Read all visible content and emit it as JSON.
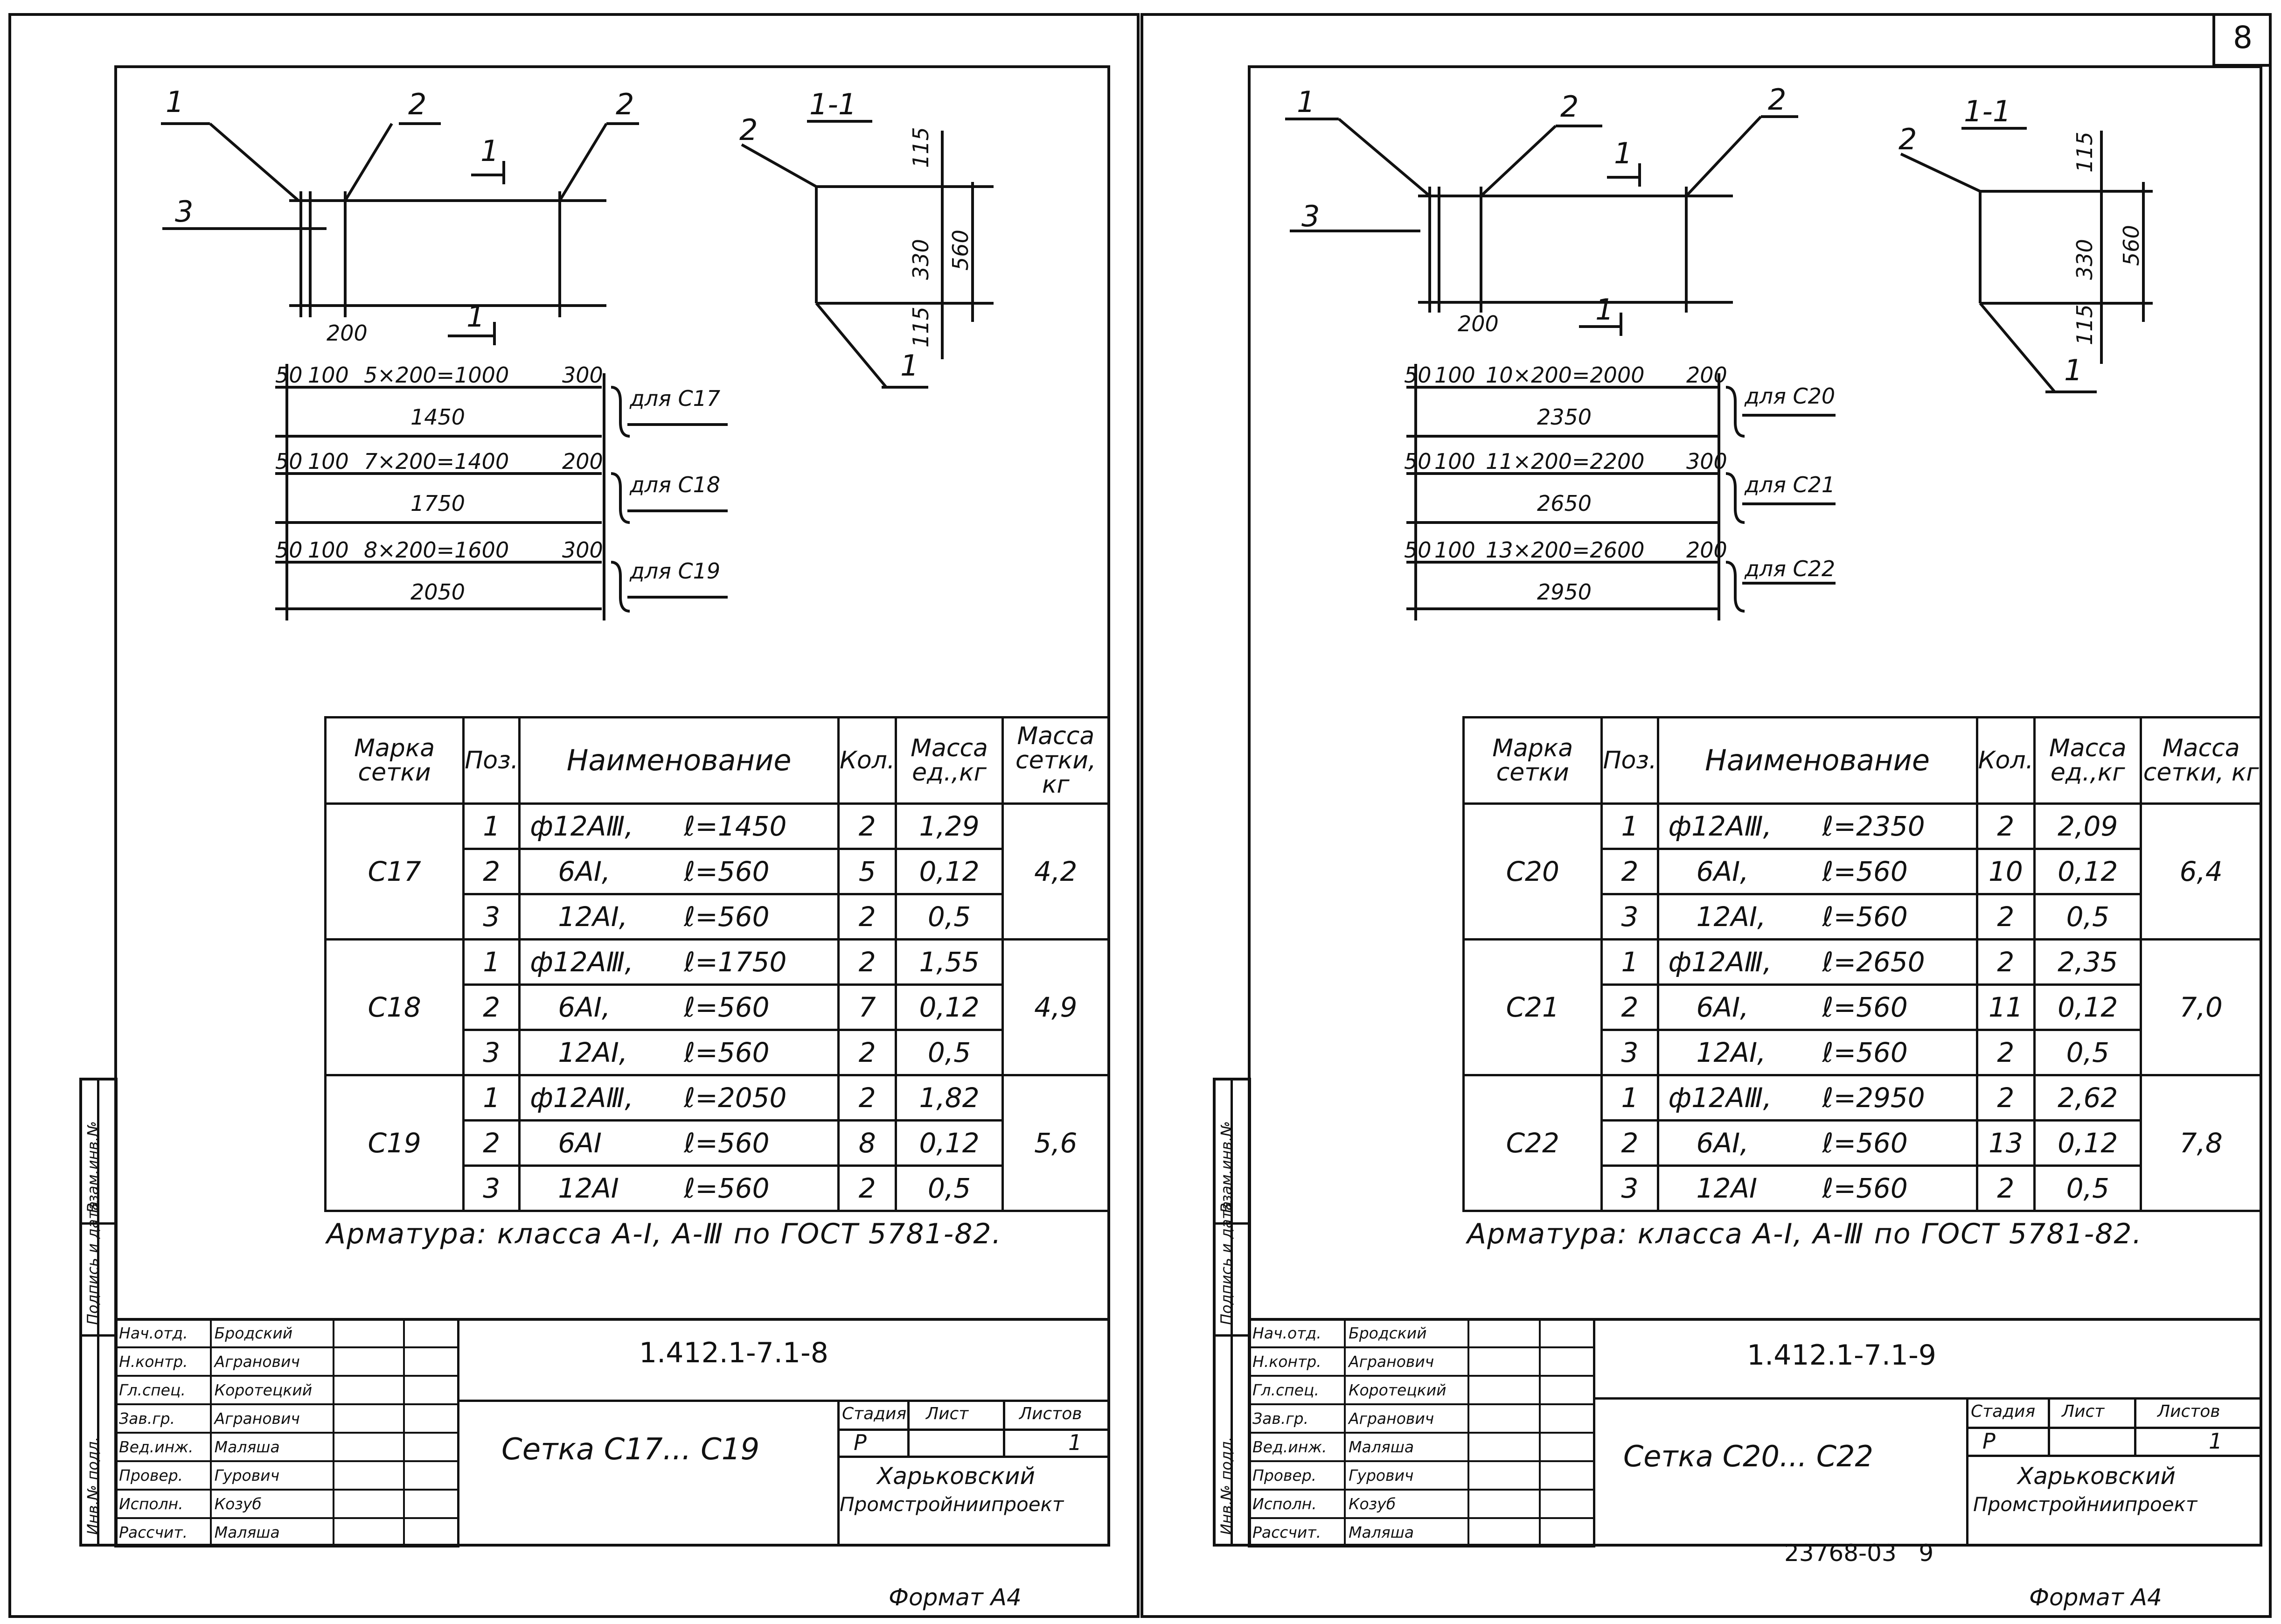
{
  "page_number": "8",
  "footer_archive": "23768-03",
  "footer_archive_sheet": "9",
  "sheets": [
    {
      "id": "left",
      "doc_code": "1.412.1-7.1-8",
      "title": "Сетка С17... С19",
      "format": "Формат А4",
      "company_line1": "Харьковский",
      "company_line2": "Промстройниипроект",
      "stage_header": "Стадия",
      "sheet_header": "Лист",
      "sheets_header": "Листов",
      "stage": "Р",
      "sheet_value": "",
      "sheets_value": "1",
      "roles": [
        {
          "role": "Нач.отд.",
          "name": "Бродский"
        },
        {
          "role": "Н.контр.",
          "name": "Агранович"
        },
        {
          "role": "Гл.спец.",
          "name": "Коротецкий"
        },
        {
          "role": "Зав.гр.",
          "name": "Агранович"
        },
        {
          "role": "Вед.инж.",
          "name": "Маляша"
        },
        {
          "role": "Провер.",
          "name": "Гурович"
        },
        {
          "role": "Исполн.",
          "name": "Козуб"
        },
        {
          "role": "Рассчит.",
          "name": "Маляша"
        }
      ],
      "side_labels": [
        "Инв.№ подл.",
        "Подпись и дата",
        "Взам.инв.№"
      ],
      "drawing": {
        "callouts": [
          "1",
          "2",
          "2",
          "3",
          "1",
          "1"
        ],
        "section_label": "1-1",
        "section_callouts": [
          "2",
          "1"
        ],
        "section_dims": [
          "115",
          "330",
          "560",
          "115"
        ],
        "dim_200": "200",
        "rows": [
          {
            "d1": "50",
            "d2": "100",
            "d3": "5×200=1000",
            "d4": "300",
            "total": "1450",
            "label": "для С17"
          },
          {
            "d1": "50",
            "d2": "100",
            "d3": "7×200=1400",
            "d4": "200",
            "total": "1750",
            "label": "для С18"
          },
          {
            "d1": "50",
            "d2": "100",
            "d3": "8×200=1600",
            "d4": "300",
            "total": "2050",
            "label": "для С19"
          }
        ]
      },
      "table": {
        "headers": [
          "Марка сетки",
          "Поз.",
          "Наименование",
          "Кол.",
          "Масса ед.,кг",
          "Масса сетки, кг"
        ],
        "groups": [
          {
            "mark": "С17",
            "total": "4,2",
            "rows": [
              {
                "pos": "1",
                "name": "ф12АⅢ,",
                "len": "ℓ=1450",
                "qty": "2",
                "mass": "1,29"
              },
              {
                "pos": "2",
                "name": "6АⅠ,",
                "len": "ℓ=560",
                "qty": "5",
                "mass": "0,12"
              },
              {
                "pos": "3",
                "name": "12АⅠ,",
                "len": "ℓ=560",
                "qty": "2",
                "mass": "0,5"
              }
            ]
          },
          {
            "mark": "С18",
            "total": "4,9",
            "rows": [
              {
                "pos": "1",
                "name": "ф12АⅢ,",
                "len": "ℓ=1750",
                "qty": "2",
                "mass": "1,55"
              },
              {
                "pos": "2",
                "name": "6АⅠ,",
                "len": "ℓ=560",
                "qty": "7",
                "mass": "0,12"
              },
              {
                "pos": "3",
                "name": "12АⅠ,",
                "len": "ℓ=560",
                "qty": "2",
                "mass": "0,5"
              }
            ]
          },
          {
            "mark": "С19",
            "total": "5,6",
            "rows": [
              {
                "pos": "1",
                "name": "ф12АⅢ,",
                "len": "ℓ=2050",
                "qty": "2",
                "mass": "1,82"
              },
              {
                "pos": "2",
                "name": "6АⅠ",
                "len": "ℓ=560",
                "qty": "8",
                "mass": "0,12"
              },
              {
                "pos": "3",
                "name": "12АⅠ",
                "len": "ℓ=560",
                "qty": "2",
                "mass": "0,5"
              }
            ]
          }
        ],
        "note": "Арматура: класса А-Ⅰ, А-Ⅲ по ГОСТ 5781-82."
      }
    },
    {
      "id": "right",
      "doc_code": "1.412.1-7.1-9",
      "title": "Сетка С20... С22",
      "format": "Формат А4",
      "company_line1": "Харьковский",
      "company_line2": "Промстройниипроект",
      "stage_header": "Стадия",
      "sheet_header": "Лист",
      "sheets_header": "Листов",
      "stage": "Р",
      "sheet_value": "",
      "sheets_value": "1",
      "roles": [
        {
          "role": "Нач.отд.",
          "name": "Бродский"
        },
        {
          "role": "Н.контр.",
          "name": "Агранович"
        },
        {
          "role": "Гл.спец.",
          "name": "Коротецкий"
        },
        {
          "role": "Зав.гр.",
          "name": "Агранович"
        },
        {
          "role": "Вед.инж.",
          "name": "Маляша"
        },
        {
          "role": "Провер.",
          "name": "Гурович"
        },
        {
          "role": "Исполн.",
          "name": "Козуб"
        },
        {
          "role": "Рассчит.",
          "name": "Маляша"
        }
      ],
      "side_labels": [
        "Инв.№ подл.",
        "Подпись и дата",
        "Взам.инв.№"
      ],
      "drawing": {
        "callouts": [
          "1",
          "2",
          "2",
          "3",
          "1",
          "1"
        ],
        "section_label": "1-1",
        "section_callouts": [
          "2",
          "1"
        ],
        "section_dims": [
          "115",
          "330",
          "560",
          "115"
        ],
        "dim_200": "200",
        "rows": [
          {
            "d1": "50",
            "d2": "100",
            "d3": "10×200=2000",
            "d4": "200",
            "total": "2350",
            "label": "для С20"
          },
          {
            "d1": "50",
            "d2": "100",
            "d3": "11×200=2200",
            "d4": "300",
            "total": "2650",
            "label": "для С21"
          },
          {
            "d1": "50",
            "d2": "100",
            "d3": "13×200=2600",
            "d4": "200",
            "total": "2950",
            "label": "для С22"
          }
        ]
      },
      "table": {
        "headers": [
          "Марка сетки",
          "Поз.",
          "Наименование",
          "Кол.",
          "Масса ед.,кг",
          "Масса сетки, кг"
        ],
        "groups": [
          {
            "mark": "С20",
            "total": "6,4",
            "rows": [
              {
                "pos": "1",
                "name": "ф12АⅢ,",
                "len": "ℓ=2350",
                "qty": "2",
                "mass": "2,09"
              },
              {
                "pos": "2",
                "name": "6АⅠ,",
                "len": "ℓ=560",
                "qty": "10",
                "mass": "0,12"
              },
              {
                "pos": "3",
                "name": "12АⅠ,",
                "len": "ℓ=560",
                "qty": "2",
                "mass": "0,5"
              }
            ]
          },
          {
            "mark": "С21",
            "total": "7,0",
            "rows": [
              {
                "pos": "1",
                "name": "ф12АⅢ,",
                "len": "ℓ=2650",
                "qty": "2",
                "mass": "2,35"
              },
              {
                "pos": "2",
                "name": "6АⅠ,",
                "len": "ℓ=560",
                "qty": "11",
                "mass": "0,12"
              },
              {
                "pos": "3",
                "name": "12АⅠ,",
                "len": "ℓ=560",
                "qty": "2",
                "mass": "0,5"
              }
            ]
          },
          {
            "mark": "С22",
            "total": "7,8",
            "rows": [
              {
                "pos": "1",
                "name": "ф12АⅢ,",
                "len": "ℓ=2950",
                "qty": "2",
                "mass": "2,62"
              },
              {
                "pos": "2",
                "name": "6АⅠ,",
                "len": "ℓ=560",
                "qty": "13",
                "mass": "0,12"
              },
              {
                "pos": "3",
                "name": "12АⅠ",
                "len": "ℓ=560",
                "qty": "2",
                "mass": "0,5"
              }
            ]
          }
        ],
        "note": "Арматура: класса А-Ⅰ, А-Ⅲ по ГОСТ 5781-82."
      }
    }
  ]
}
